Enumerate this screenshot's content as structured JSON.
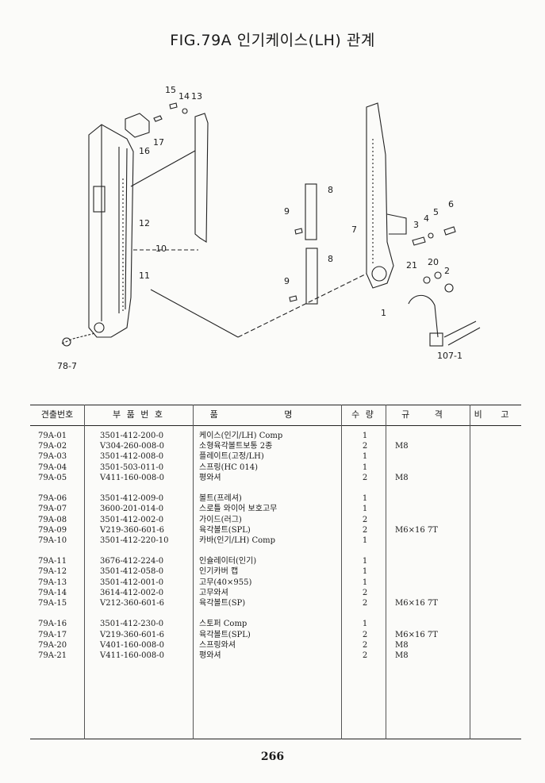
{
  "title": "FIG.79A 인기케이스(LH) 관계",
  "callouts": {
    "c15": "15",
    "c14": "14",
    "c13": "13",
    "c16": "16",
    "c17": "17",
    "c12": "12",
    "c10": "10",
    "c11": "11",
    "c78_7": "78-7",
    "c8a": "8",
    "c9a": "9",
    "c8b": "8",
    "c9b": "9",
    "c7": "7",
    "c3": "3",
    "c4": "4",
    "c5": "5",
    "c6": "6",
    "c20": "20",
    "c21": "21",
    "c2": "2",
    "c1": "1",
    "c107_1": "107-1"
  },
  "table": {
    "headers": {
      "no": "견출번호",
      "part": "부 품 번 호",
      "name": "품 명",
      "qty": "수 량",
      "spec": "규 격",
      "note": "비 고"
    },
    "groups": [
      [
        {
          "no": "79A-01",
          "part": "3501-412-200-0",
          "name": "케이스(인기/LH) Comp",
          "qty": "1",
          "spec": ""
        },
        {
          "no": "79A-02",
          "part": "V304-260-008-0",
          "name": "소형육각볼트보통 2종",
          "qty": "2",
          "spec": "M8"
        },
        {
          "no": "79A-03",
          "part": "3501-412-008-0",
          "name": "플레이트(고정/LH)",
          "qty": "1",
          "spec": ""
        },
        {
          "no": "79A-04",
          "part": "3501-503-011-0",
          "name": "스프링(HC 014)",
          "qty": "1",
          "spec": ""
        },
        {
          "no": "79A-05",
          "part": "V411-160-008-0",
          "name": "평와셔",
          "qty": "2",
          "spec": "M8"
        }
      ],
      [
        {
          "no": "79A-06",
          "part": "3501-412-009-0",
          "name": "볼트(프레셔)",
          "qty": "1",
          "spec": ""
        },
        {
          "no": "79A-07",
          "part": "3600-201-014-0",
          "name": "스로틀 와이어 보호고무",
          "qty": "1",
          "spec": ""
        },
        {
          "no": "79A-08",
          "part": "3501-412-002-0",
          "name": "가이드(러그)",
          "qty": "2",
          "spec": ""
        },
        {
          "no": "79A-09",
          "part": "V219-360-601-6",
          "name": "육각볼트(SPL)",
          "qty": "2",
          "spec": "M6×16 7T"
        },
        {
          "no": "79A-10",
          "part": "3501-412-220-10",
          "name": "카바(인기/LH) Comp",
          "qty": "1",
          "spec": ""
        }
      ],
      [
        {
          "no": "79A-11",
          "part": "3676-412-224-0",
          "name": "인슐레이터(인기)",
          "qty": "1",
          "spec": ""
        },
        {
          "no": "79A-12",
          "part": "3501-412-058-0",
          "name": "인기카버 캡",
          "qty": "1",
          "spec": ""
        },
        {
          "no": "79A-13",
          "part": "3501-412-001-0",
          "name": "고무(40×955)",
          "qty": "1",
          "spec": ""
        },
        {
          "no": "79A-14",
          "part": "3614-412-002-0",
          "name": "고무와셔",
          "qty": "2",
          "spec": ""
        },
        {
          "no": "79A-15",
          "part": "V212-360-601-6",
          "name": "육각볼트(SP)",
          "qty": "2",
          "spec": "M6×16 7T"
        }
      ],
      [
        {
          "no": "79A-16",
          "part": "3501-412-230-0",
          "name": "스토퍼 Comp",
          "qty": "1",
          "spec": ""
        },
        {
          "no": "79A-17",
          "part": "V219-360-601-6",
          "name": "육각볼트(SPL)",
          "qty": "2",
          "spec": "M6×16 7T"
        },
        {
          "no": "79A-20",
          "part": "V401-160-008-0",
          "name": "스프링와셔",
          "qty": "2",
          "spec": "M8"
        },
        {
          "no": "79A-21",
          "part": "V411-160-008-0",
          "name": "평와셔",
          "qty": "2",
          "spec": "M8"
        }
      ]
    ]
  },
  "page_number": "266"
}
